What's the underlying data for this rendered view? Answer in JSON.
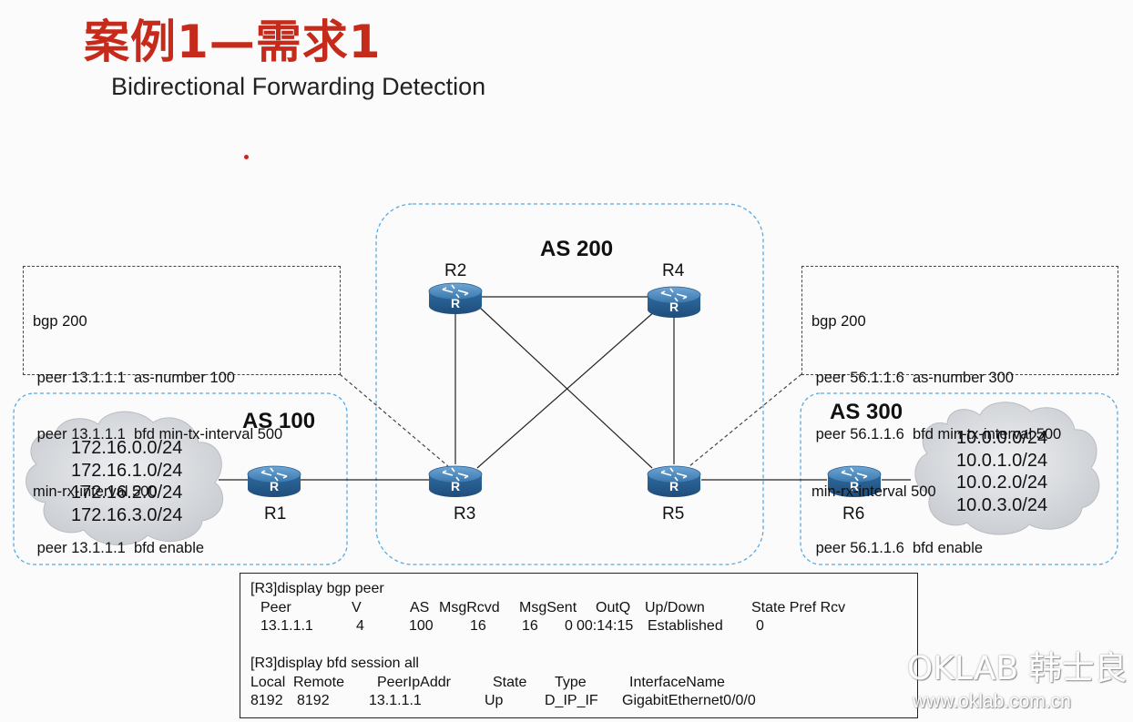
{
  "title": "案例1—需求1",
  "subtitle": "Bidirectional Forwarding Detection",
  "as_areas": {
    "as100": "AS 100",
    "as200": "AS 200",
    "as300": "AS 300"
  },
  "routers": {
    "r1": "R1",
    "r2": "R2",
    "r3": "R3",
    "r4": "R4",
    "r5": "R5",
    "r6": "R6",
    "icon_letter": "R"
  },
  "left_cloud_networks": [
    "172.16.0.0/24",
    "172.16.1.0/24",
    "172.16.2.0/24",
    "172.16.3.0/24"
  ],
  "right_cloud_networks": [
    "10.0.0.0/24",
    "10.0.1.0/24",
    "10.0.2.0/24",
    "10.0.3.0/24"
  ],
  "r3_config": [
    "bgp 200",
    " peer 13.1.1.1  as-number 100",
    " peer 13.1.1.1  bfd min-tx-interval 500",
    "min-rx-interval 500",
    " peer 13.1.1.1  bfd enable"
  ],
  "r5_config": [
    "bgp 200",
    " peer 56.1.1.6  as-number 300",
    " peer 56.1.1.6  bfd min-tx-interval 500",
    "min-rx-interval 500",
    " peer 56.1.1.6  bfd enable"
  ],
  "terminal": {
    "cmd1": "[R3]display bgp peer",
    "bgp_headers": {
      "peer": "Peer",
      "v": "V",
      "as": "AS",
      "msgrcvd": "MsgRcvd",
      "msgsent": "MsgSent",
      "outq": "OutQ",
      "updown": "Up/Down",
      "state_pref": "State Pref Rcv"
    },
    "bgp_row": {
      "peer": "13.1.1.1",
      "v": "4",
      "as": "100",
      "msgrcvd": "16",
      "msgsent": "16",
      "outq": "0",
      "updown": "00:14:15",
      "state": "Established",
      "pref": "0"
    },
    "cmd2": "[R3]display bfd session all",
    "bfd_headers": {
      "local": "Local",
      "remote": "Remote",
      "peerip": "PeerIpAddr",
      "state": "State",
      "type": "Type",
      "ifname": "InterfaceName"
    },
    "bfd_row": {
      "local": "8192",
      "remote": "8192",
      "peerip": "13.1.1.1",
      "state": "Up",
      "type": "D_IP_IF",
      "ifname": "GigabitEthernet0/0/0"
    }
  },
  "watermark": {
    "brand": "OKLAB 韩士良",
    "url": "www.oklab.com.cn"
  },
  "colors": {
    "title": "#c62a1b",
    "as_boundary": "#5aa9e0",
    "router_body": "#3a78ad",
    "cloud": "#d6d8dc"
  }
}
